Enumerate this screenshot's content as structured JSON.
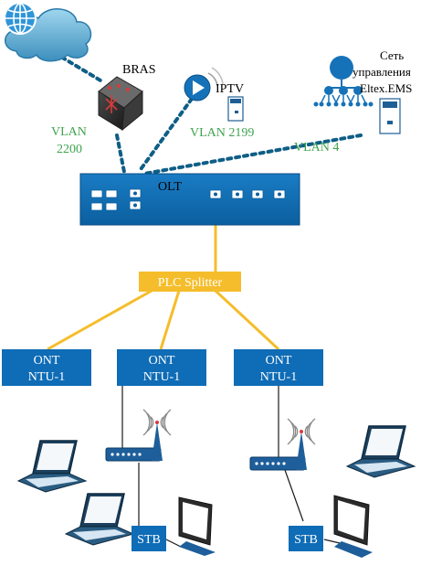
{
  "nodes": {
    "internet": {
      "icon": "cloud-globe-icon"
    },
    "bras": {
      "label": "BRAS",
      "icon": "router-icon"
    },
    "iptv": {
      "label": "IPTV",
      "icon": "iptv-server-icon"
    },
    "ems": {
      "label_line1": "Сеть",
      "label_line2": "управления",
      "label_line3": "Eltex.EMS",
      "icon": "management-network-icon"
    },
    "olt": {
      "label": "OLT"
    },
    "splitter": {
      "label": "PLC Splitter"
    },
    "onts": [
      {
        "line1": "ONT",
        "line2": "NTU-1"
      },
      {
        "line1": "ONT",
        "line2": "NTU-1"
      },
      {
        "line1": "ONT",
        "line2": "NTU-1"
      }
    ],
    "stbs": [
      {
        "label": "STB"
      },
      {
        "label": "STB"
      }
    ]
  },
  "vlans": {
    "bras": {
      "line1": "VLAN",
      "line2": "2200"
    },
    "iptv": {
      "label": "VLAN 2199"
    },
    "ems": {
      "label": "VLAN 4"
    }
  },
  "colors": {
    "network_blue": "#0f6cb6",
    "fiber_yellow": "#f5bd2b",
    "vlan_green": "#3fa34d",
    "link_teal": "#0e5e86"
  }
}
